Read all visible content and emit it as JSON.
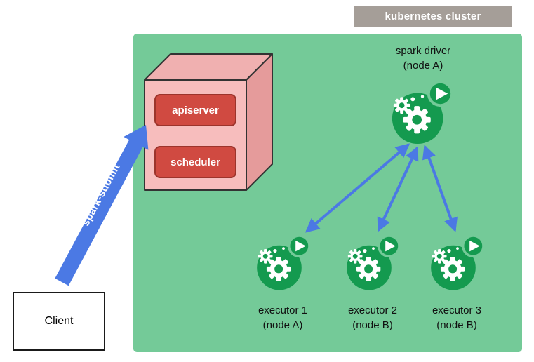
{
  "cluster": {
    "label": "kubernetes cluster"
  },
  "control_plane": {
    "apiserver_label": "apiserver",
    "scheduler_label": "scheduler"
  },
  "spark_driver": {
    "name": "spark driver",
    "node": "(node A)"
  },
  "executors": [
    {
      "name": "executor 1",
      "node": "(node A)"
    },
    {
      "name": "executor 2",
      "node": "(node B)"
    },
    {
      "name": "executor 3",
      "node": "(node B)"
    }
  ],
  "client": {
    "label": "Client"
  },
  "edges": {
    "spark_submit_label": "spark-submit"
  },
  "icons": {
    "pod_icon": "gears-with-play-button"
  },
  "colors": {
    "cluster_green": "#74ca98",
    "icon_green": "#149a4f",
    "arrow_blue": "#4b79e4",
    "control_box_red": "#d04a41",
    "control_box_pink": "#f7bdbd",
    "cluster_label_gray": "#a59e98"
  }
}
